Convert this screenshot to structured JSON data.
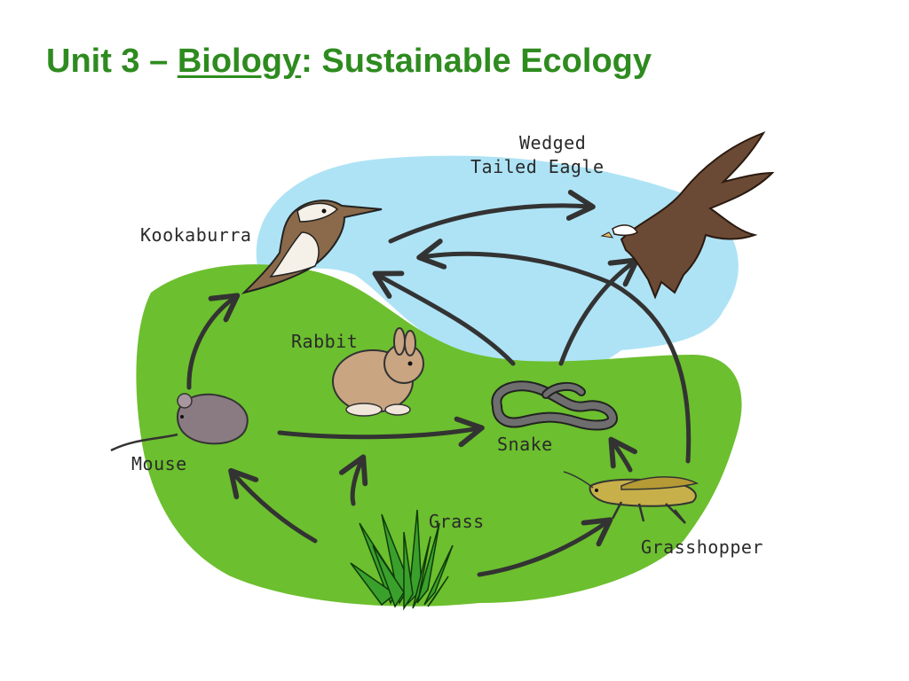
{
  "title": {
    "prefix": "Unit 3 – ",
    "subject": "Biology",
    "suffix": ": Sustainable Ecology"
  },
  "colors": {
    "title": "#2e8b1f",
    "grass_ground": "#6cbf2e",
    "sky": "#aee3f5",
    "arrow": "#333333"
  },
  "food_web": {
    "organisms": {
      "eagle": {
        "label_line1": "Wedged",
        "label_line2": "Tailed Eagle",
        "icon": "eagle-icon"
      },
      "kookaburra": {
        "label": "Kookaburra",
        "icon": "kookaburra-icon"
      },
      "rabbit": {
        "label": "Rabbit",
        "icon": "rabbit-icon"
      },
      "mouse": {
        "label": "Mouse",
        "icon": "mouse-icon"
      },
      "snake": {
        "label": "Snake",
        "icon": "snake-icon"
      },
      "grass": {
        "label": "Grass",
        "icon": "grass-icon"
      },
      "grasshopper": {
        "label": "Grasshopper",
        "icon": "grasshopper-icon"
      }
    },
    "links": [
      {
        "from": "grass",
        "to": "mouse"
      },
      {
        "from": "grass",
        "to": "rabbit"
      },
      {
        "from": "grass",
        "to": "grasshopper"
      },
      {
        "from": "mouse",
        "to": "kookaburra"
      },
      {
        "from": "mouse",
        "to": "snake"
      },
      {
        "from": "grasshopper",
        "to": "snake"
      },
      {
        "from": "grasshopper",
        "to": "kookaburra"
      },
      {
        "from": "snake",
        "to": "kookaburra"
      },
      {
        "from": "snake",
        "to": "eagle"
      },
      {
        "from": "kookaburra",
        "to": "eagle"
      }
    ]
  }
}
